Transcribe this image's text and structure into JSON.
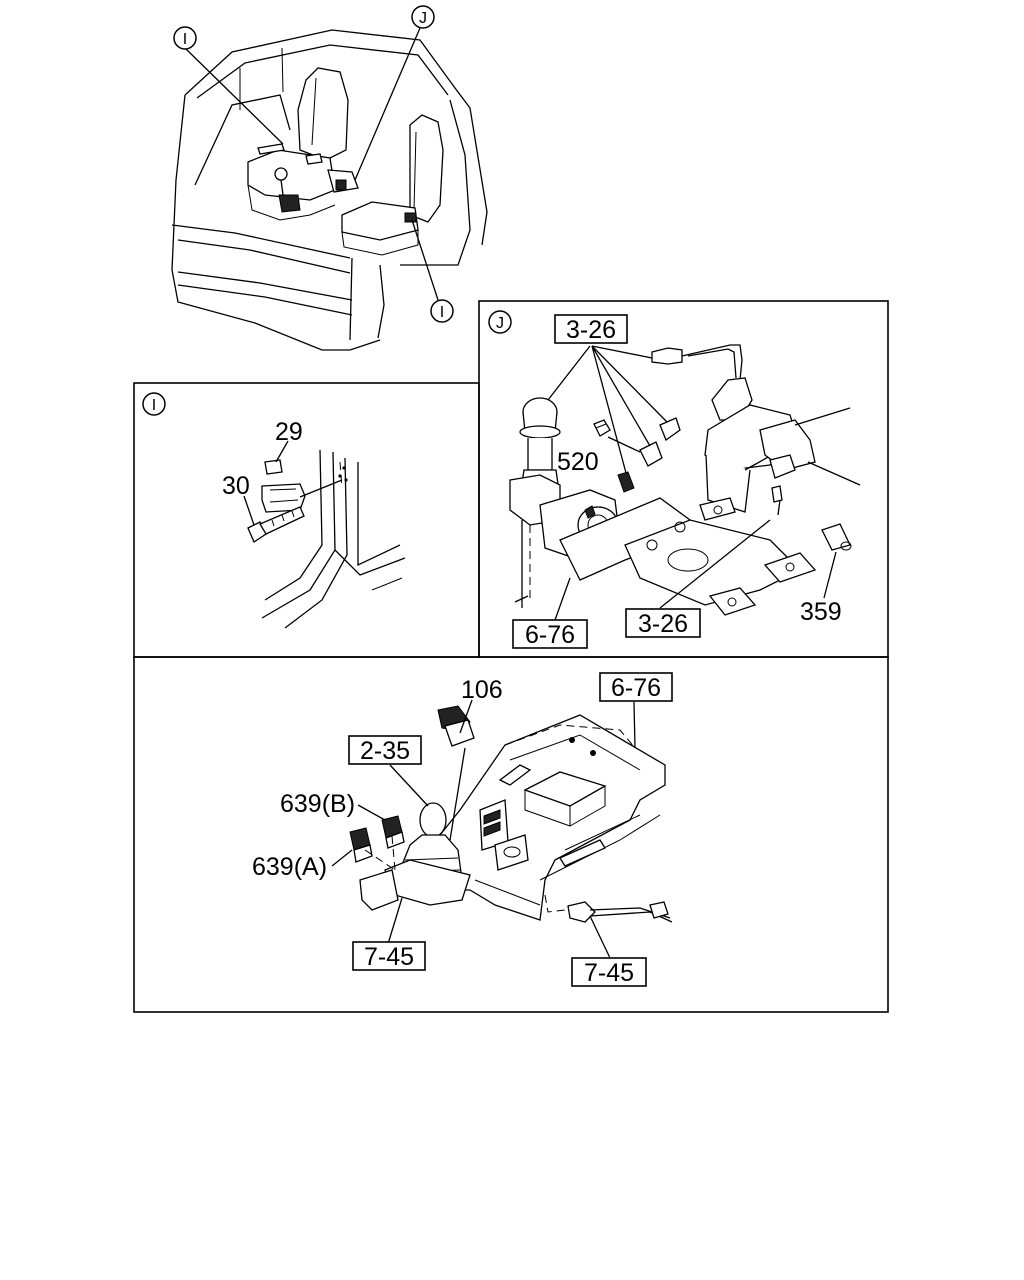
{
  "overview": {
    "callout_i_top": "I",
    "callout_j": "J",
    "callout_i_bottom": "I"
  },
  "detail_i": {
    "tag": "I",
    "label_29": "29",
    "label_30": "30"
  },
  "detail_j": {
    "tag": "J",
    "ref_3_26_top": "3-26",
    "label_520": "520",
    "ref_6_76": "6-76",
    "ref_3_26_bottom": "3-26",
    "label_359": "359"
  },
  "console": {
    "label_106": "106",
    "ref_6_76": "6-76",
    "ref_2_35": "2-35",
    "label_639b": "639(B)",
    "label_639a": "639(A)",
    "ref_7_45_left": "7-45",
    "ref_7_45_right": "7-45"
  }
}
